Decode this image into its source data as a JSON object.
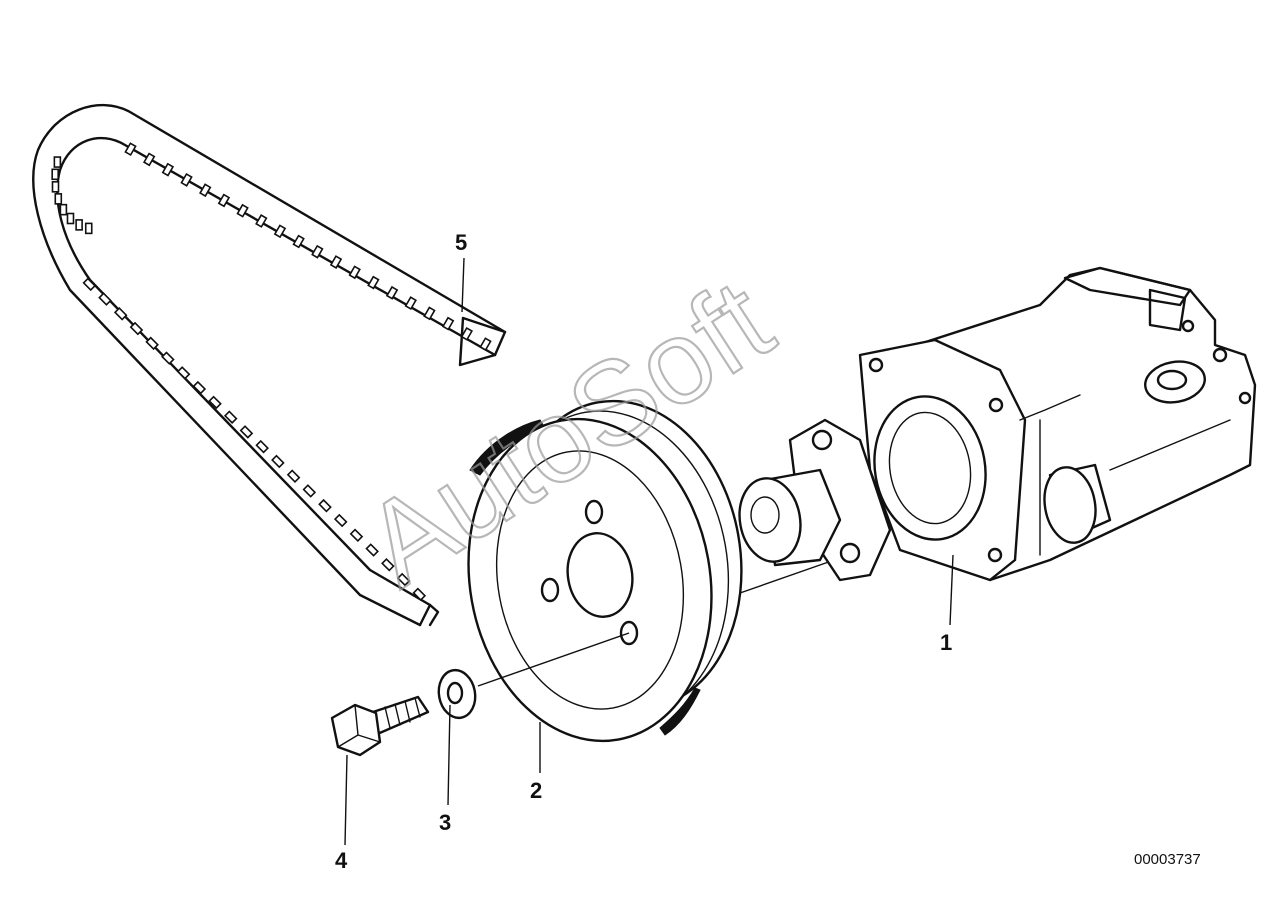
{
  "diagram": {
    "watermark": "AutoSoft",
    "reference_number": "00003737",
    "callouts": [
      {
        "id": "1",
        "label": "1",
        "part": "power-steering-pump"
      },
      {
        "id": "2",
        "label": "2",
        "part": "pulley"
      },
      {
        "id": "3",
        "label": "3",
        "part": "washer"
      },
      {
        "id": "4",
        "label": "4",
        "part": "hex-bolt"
      },
      {
        "id": "5",
        "label": "5",
        "part": "v-belt"
      }
    ]
  }
}
